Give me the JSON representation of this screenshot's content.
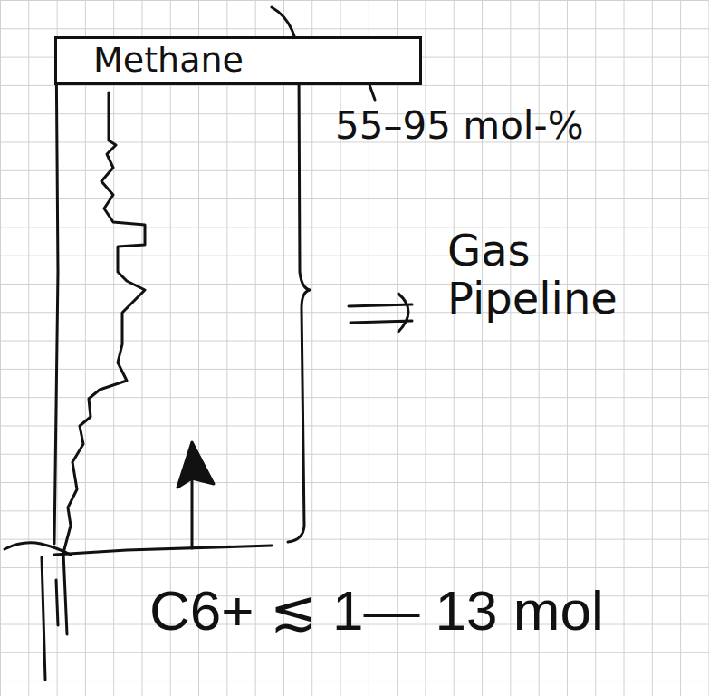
{
  "diagram": {
    "nodes": [
      {
        "text": [
          "Methane"
        ]
      }
    ],
    "labels": [
      "55–95 mol-%",
      "Gas Pipeline",
      "C6+ ≲ 1— 13 mol"
    ]
  }
}
